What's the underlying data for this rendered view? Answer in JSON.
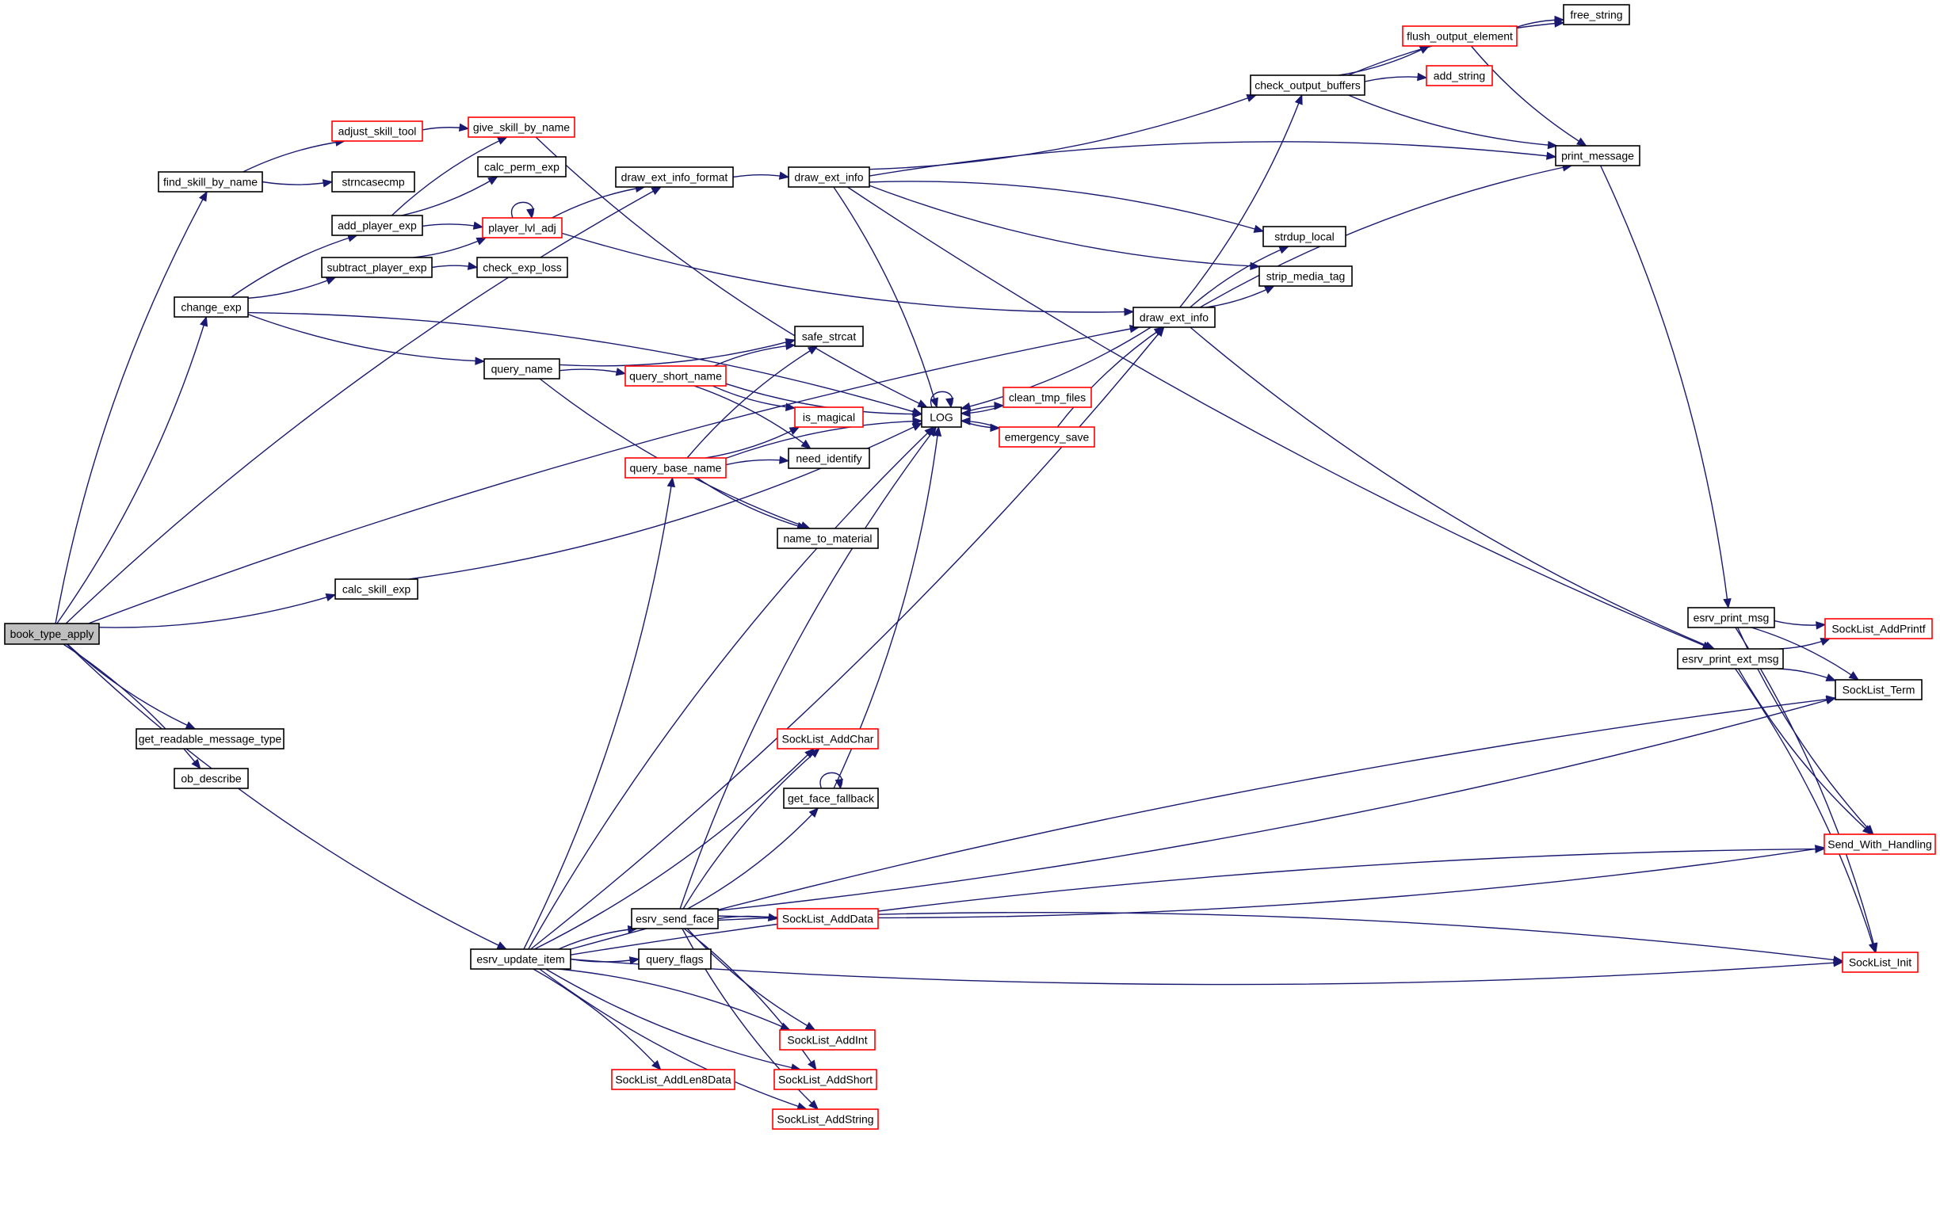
{
  "diagram": {
    "type": "call-graph",
    "root": "book_type_apply",
    "colors": {
      "edge": "#191970",
      "node_border_normal": "#000000",
      "node_border_truncated": "#ff0000",
      "root_fill": "#bfbfbf",
      "node_fill": "#ffffff"
    },
    "nodes": [
      {
        "id": "book_type_apply",
        "label": "book_type_apply",
        "style": "root"
      },
      {
        "id": "find_skill_by_name",
        "label": "find_skill_by_name",
        "style": "normal"
      },
      {
        "id": "adjust_skill_tool",
        "label": "adjust_skill_tool",
        "style": "truncated"
      },
      {
        "id": "give_skill_by_name",
        "label": "give_skill_by_name",
        "style": "truncated"
      },
      {
        "id": "strncasecmp",
        "label": "strncasecmp",
        "style": "normal"
      },
      {
        "id": "calc_perm_exp",
        "label": "calc_perm_exp",
        "style": "normal"
      },
      {
        "id": "add_player_exp",
        "label": "add_player_exp",
        "style": "normal"
      },
      {
        "id": "player_lvl_adj",
        "label": "player_lvl_adj",
        "style": "truncated"
      },
      {
        "id": "subtract_player_exp",
        "label": "subtract_player_exp",
        "style": "normal"
      },
      {
        "id": "check_exp_loss",
        "label": "check_exp_loss",
        "style": "normal"
      },
      {
        "id": "change_exp",
        "label": "change_exp",
        "style": "normal"
      },
      {
        "id": "query_name",
        "label": "query_name",
        "style": "normal"
      },
      {
        "id": "draw_ext_info_format",
        "label": "draw_ext_info_format",
        "style": "normal"
      },
      {
        "id": "draw_ext_info_1",
        "label": "draw_ext_info",
        "style": "normal"
      },
      {
        "id": "safe_strcat",
        "label": "safe_strcat",
        "style": "normal"
      },
      {
        "id": "query_short_name",
        "label": "query_short_name",
        "style": "truncated"
      },
      {
        "id": "is_magical",
        "label": "is_magical",
        "style": "truncated"
      },
      {
        "id": "need_identify",
        "label": "need_identify",
        "style": "normal"
      },
      {
        "id": "query_base_name",
        "label": "query_base_name",
        "style": "truncated"
      },
      {
        "id": "name_to_material",
        "label": "name_to_material",
        "style": "normal"
      },
      {
        "id": "LOG",
        "label": "LOG",
        "style": "normal"
      },
      {
        "id": "clean_tmp_files",
        "label": "clean_tmp_files",
        "style": "truncated"
      },
      {
        "id": "emergency_save",
        "label": "emergency_save",
        "style": "truncated"
      },
      {
        "id": "calc_skill_exp",
        "label": "calc_skill_exp",
        "style": "normal"
      },
      {
        "id": "get_readable_message_type",
        "label": "get_readable_message_type",
        "style": "normal"
      },
      {
        "id": "ob_describe",
        "label": "ob_describe",
        "style": "normal"
      },
      {
        "id": "check_output_buffers",
        "label": "check_output_buffers",
        "style": "normal"
      },
      {
        "id": "free_string",
        "label": "free_string",
        "style": "normal"
      },
      {
        "id": "flush_output_element",
        "label": "flush_output_element",
        "style": "truncated"
      },
      {
        "id": "add_string",
        "label": "add_string",
        "style": "truncated"
      },
      {
        "id": "print_message",
        "label": "print_message",
        "style": "normal"
      },
      {
        "id": "strdup_local",
        "label": "strdup_local",
        "style": "normal"
      },
      {
        "id": "strip_media_tag",
        "label": "strip_media_tag",
        "style": "normal"
      },
      {
        "id": "draw_ext_info_2",
        "label": "draw_ext_info",
        "style": "normal"
      },
      {
        "id": "esrv_print_msg",
        "label": "esrv_print_msg",
        "style": "normal"
      },
      {
        "id": "SockList_AddPrintf",
        "label": "SockList_AddPrintf",
        "style": "truncated"
      },
      {
        "id": "esrv_print_ext_msg",
        "label": "esrv_print_ext_msg",
        "style": "normal"
      },
      {
        "id": "SockList_Term",
        "label": "SockList_Term",
        "style": "normal"
      },
      {
        "id": "Send_With_Handling",
        "label": "Send_With_Handling",
        "style": "truncated"
      },
      {
        "id": "SockList_Init",
        "label": "SockList_Init",
        "style": "truncated"
      },
      {
        "id": "SockList_AddChar",
        "label": "SockList_AddChar",
        "style": "truncated"
      },
      {
        "id": "get_face_fallback",
        "label": "get_face_fallback",
        "style": "normal"
      },
      {
        "id": "esrv_send_face",
        "label": "esrv_send_face",
        "style": "normal"
      },
      {
        "id": "SockList_AddData",
        "label": "SockList_AddData",
        "style": "truncated"
      },
      {
        "id": "esrv_update_item",
        "label": "esrv_update_item",
        "style": "normal"
      },
      {
        "id": "query_flags",
        "label": "query_flags",
        "style": "normal"
      },
      {
        "id": "SockList_AddInt",
        "label": "SockList_AddInt",
        "style": "truncated"
      },
      {
        "id": "SockList_AddLen8Data",
        "label": "SockList_AddLen8Data",
        "style": "truncated"
      },
      {
        "id": "SockList_AddShort",
        "label": "SockList_AddShort",
        "style": "truncated"
      },
      {
        "id": "SockList_AddString",
        "label": "SockList_AddString",
        "style": "truncated"
      }
    ],
    "edges": [
      [
        "book_type_apply",
        "find_skill_by_name"
      ],
      [
        "book_type_apply",
        "change_exp"
      ],
      [
        "book_type_apply",
        "draw_ext_info_format"
      ],
      [
        "book_type_apply",
        "calc_skill_exp"
      ],
      [
        "book_type_apply",
        "draw_ext_info_2"
      ],
      [
        "book_type_apply",
        "get_readable_message_type"
      ],
      [
        "book_type_apply",
        "ob_describe"
      ],
      [
        "book_type_apply",
        "esrv_update_item"
      ],
      [
        "find_skill_by_name",
        "adjust_skill_tool"
      ],
      [
        "find_skill_by_name",
        "strncasecmp"
      ],
      [
        "adjust_skill_tool",
        "give_skill_by_name"
      ],
      [
        "give_skill_by_name",
        "LOG"
      ],
      [
        "change_exp",
        "add_player_exp"
      ],
      [
        "change_exp",
        "subtract_player_exp"
      ],
      [
        "change_exp",
        "LOG"
      ],
      [
        "change_exp",
        "query_name"
      ],
      [
        "add_player_exp",
        "give_skill_by_name"
      ],
      [
        "add_player_exp",
        "calc_perm_exp"
      ],
      [
        "add_player_exp",
        "player_lvl_adj"
      ],
      [
        "subtract_player_exp",
        "player_lvl_adj"
      ],
      [
        "subtract_player_exp",
        "check_exp_loss"
      ],
      [
        "player_lvl_adj",
        "player_lvl_adj"
      ],
      [
        "player_lvl_adj",
        "draw_ext_info_format"
      ],
      [
        "player_lvl_adj",
        "draw_ext_info_2"
      ],
      [
        "draw_ext_info_format",
        "draw_ext_info_1"
      ],
      [
        "draw_ext_info_1",
        "check_output_buffers"
      ],
      [
        "draw_ext_info_1",
        "print_message"
      ],
      [
        "draw_ext_info_1",
        "esrv_print_ext_msg"
      ],
      [
        "draw_ext_info_1",
        "strdup_local"
      ],
      [
        "draw_ext_info_1",
        "strip_media_tag"
      ],
      [
        "draw_ext_info_1",
        "LOG"
      ],
      [
        "query_name",
        "safe_strcat"
      ],
      [
        "query_name",
        "query_short_name"
      ],
      [
        "query_name",
        "name_to_material"
      ],
      [
        "query_short_name",
        "safe_strcat"
      ],
      [
        "query_short_name",
        "is_magical"
      ],
      [
        "query_short_name",
        "need_identify"
      ],
      [
        "query_short_name",
        "LOG"
      ],
      [
        "query_base_name",
        "safe_strcat"
      ],
      [
        "query_base_name",
        "is_magical"
      ],
      [
        "query_base_name",
        "need_identify"
      ],
      [
        "query_base_name",
        "name_to_material"
      ],
      [
        "query_base_name",
        "LOG"
      ],
      [
        "LOG",
        "LOG"
      ],
      [
        "LOG",
        "clean_tmp_files"
      ],
      [
        "LOG",
        "emergency_save"
      ],
      [
        "clean_tmp_files",
        "LOG"
      ],
      [
        "emergency_save",
        "LOG"
      ],
      [
        "emergency_save",
        "draw_ext_info_2"
      ],
      [
        "calc_skill_exp",
        "LOG"
      ],
      [
        "check_output_buffers",
        "free_string"
      ],
      [
        "check_output_buffers",
        "flush_output_element"
      ],
      [
        "check_output_buffers",
        "add_string"
      ],
      [
        "check_output_buffers",
        "print_message"
      ],
      [
        "flush_output_element",
        "free_string"
      ],
      [
        "flush_output_element",
        "print_message"
      ],
      [
        "print_message",
        "esrv_print_msg"
      ],
      [
        "draw_ext_info_2",
        "check_output_buffers"
      ],
      [
        "draw_ext_info_2",
        "strdup_local"
      ],
      [
        "draw_ext_info_2",
        "strip_media_tag"
      ],
      [
        "draw_ext_info_2",
        "print_message"
      ],
      [
        "draw_ext_info_2",
        "esrv_print_ext_msg"
      ],
      [
        "draw_ext_info_2",
        "LOG"
      ],
      [
        "esrv_print_msg",
        "SockList_AddPrintf"
      ],
      [
        "esrv_print_msg",
        "SockList_Term"
      ],
      [
        "esrv_print_msg",
        "Send_With_Handling"
      ],
      [
        "esrv_print_msg",
        "SockList_Init"
      ],
      [
        "esrv_print_ext_msg",
        "SockList_AddPrintf"
      ],
      [
        "esrv_print_ext_msg",
        "SockList_Term"
      ],
      [
        "esrv_print_ext_msg",
        "Send_With_Handling"
      ],
      [
        "esrv_print_ext_msg",
        "SockList_Init"
      ],
      [
        "esrv_update_item",
        "query_base_name"
      ],
      [
        "esrv_update_item",
        "LOG"
      ],
      [
        "esrv_update_item",
        "draw_ext_info_2"
      ],
      [
        "esrv_update_item",
        "SockList_Term"
      ],
      [
        "esrv_update_item",
        "SockList_AddChar"
      ],
      [
        "esrv_update_item",
        "esrv_send_face"
      ],
      [
        "esrv_update_item",
        "query_flags"
      ],
      [
        "esrv_update_item",
        "SockList_AddInt"
      ],
      [
        "esrv_update_item",
        "SockList_AddShort"
      ],
      [
        "esrv_update_item",
        "SockList_AddLen8Data"
      ],
      [
        "esrv_update_item",
        "SockList_AddString"
      ],
      [
        "esrv_update_item",
        "Send_With_Handling"
      ],
      [
        "esrv_update_item",
        "SockList_Init"
      ],
      [
        "esrv_send_face",
        "SockList_AddChar"
      ],
      [
        "esrv_send_face",
        "get_face_fallback"
      ],
      [
        "esrv_send_face",
        "LOG"
      ],
      [
        "esrv_send_face",
        "SockList_Term"
      ],
      [
        "esrv_send_face",
        "SockList_AddData"
      ],
      [
        "esrv_send_face",
        "Send_With_Handling"
      ],
      [
        "esrv_send_face",
        "SockList_Init"
      ],
      [
        "esrv_send_face",
        "SockList_AddInt"
      ],
      [
        "esrv_send_face",
        "SockList_AddShort"
      ],
      [
        "esrv_send_face",
        "SockList_AddString"
      ],
      [
        "get_face_fallback",
        "get_face_fallback"
      ],
      [
        "get_face_fallback",
        "LOG"
      ]
    ]
  }
}
